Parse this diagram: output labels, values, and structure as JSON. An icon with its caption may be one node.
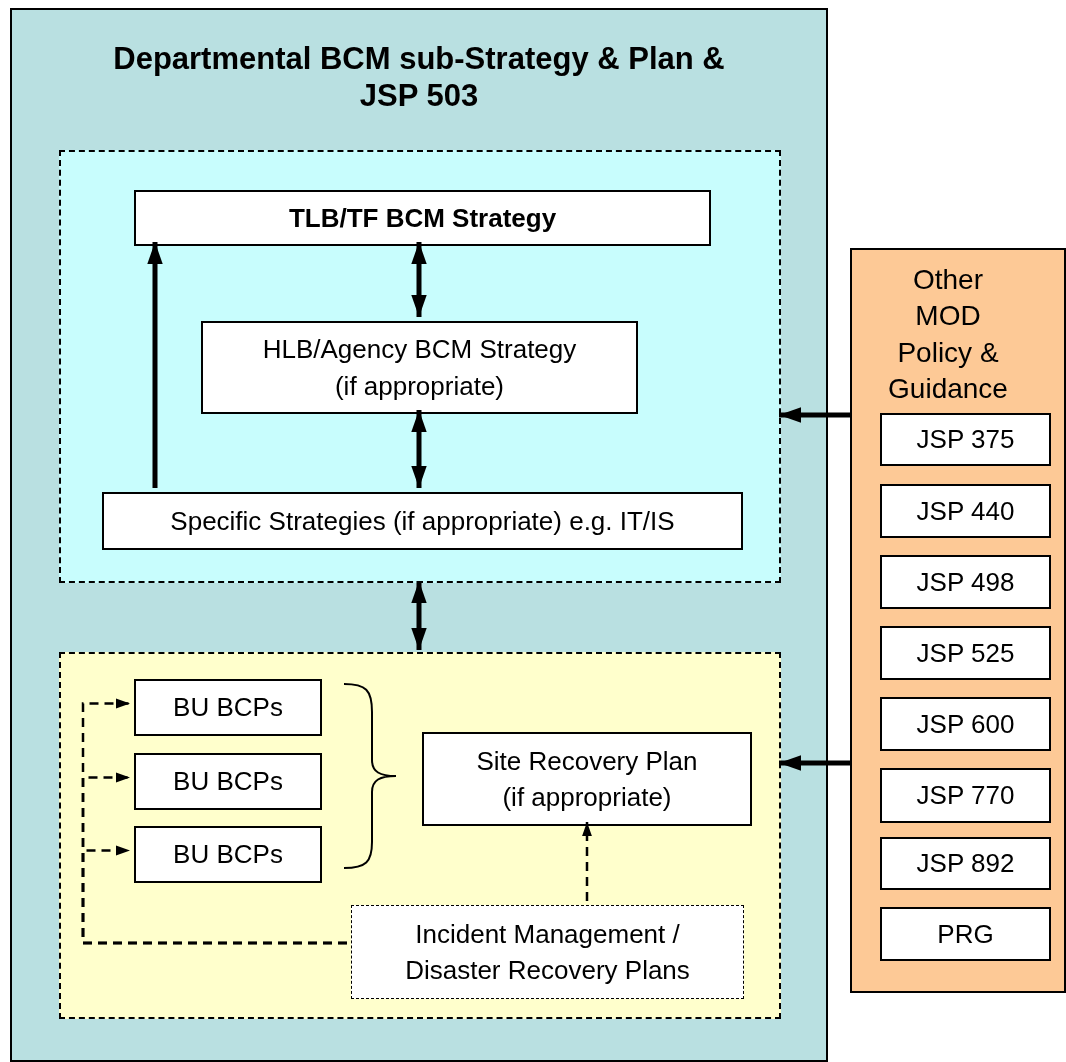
{
  "diagram": {
    "nodes": [
      {
        "text": [
          "Departmental BCM sub-Strategy & Plan & JSP 503"
        ]
      },
      {
        "text": [],
        "shape": "box",
        "in": 0
      },
      {
        "text": [
          "TLB/TF BCM Strategy"
        ],
        "in": 1
      },
      {
        "text": [
          "HLB/Agency BCM Strategy (if appropriate)"
        ],
        "in": 1
      },
      {
        "text": [
          "Specific Strategies (if appropriate) e.g. IT/IS"
        ],
        "in": 1
      },
      {
        "text": [],
        "shape": "box",
        "in": 0
      },
      {
        "text": [
          "BU BCPs"
        ],
        "in": 5
      },
      {
        "text": [
          "BU BCPs"
        ],
        "in": 5
      },
      {
        "text": [
          "BU BCPs"
        ],
        "in": 5
      },
      {
        "text": [
          "Site Recovery Plan (if appropriate)"
        ],
        "in": 5
      },
      {
        "text": [
          "Incident Management / Disaster Recovery Plans"
        ],
        "in": 5
      },
      {
        "text": [
          "Other MOD Policy & Guidance"
        ]
      },
      {
        "text": [
          "JSP 375"
        ],
        "in": 11
      },
      {
        "text": [
          "JSP 440"
        ],
        "in": 11
      },
      {
        "text": [
          "JSP 498"
        ],
        "in": 11
      },
      {
        "text": [
          "JSP 525"
        ],
        "in": 11
      },
      {
        "text": [
          "JSP 600"
        ],
        "in": 11
      },
      {
        "text": [
          "JSP 770"
        ],
        "in": 11
      },
      {
        "text": [
          "JSP 892"
        ],
        "in": 11
      },
      {
        "text": [
          "PRG"
        ],
        "in": 11
      }
    ],
    "edges": [
      {
        "from": 2,
        "to": 3,
        "arrow": "both"
      },
      {
        "from": 3,
        "to": 4,
        "arrow": "both"
      },
      {
        "from": 4,
        "to": 2,
        "arrow": "to"
      },
      {
        "from": 1,
        "to": 5,
        "arrow": "both"
      },
      {
        "from": 11,
        "to": 1,
        "arrow": "to"
      },
      {
        "from": 11,
        "to": 5,
        "arrow": "to"
      },
      {
        "from": 10,
        "to": 9,
        "arrow": "to",
        "style": "dashed"
      },
      {
        "from": 10,
        "to": 6,
        "arrow": "to",
        "style": "dashed"
      },
      {
        "from": 10,
        "to": 7,
        "arrow": "to",
        "style": "dashed"
      },
      {
        "from": 10,
        "to": 8,
        "arrow": "to",
        "style": "dashed"
      }
    ]
  }
}
